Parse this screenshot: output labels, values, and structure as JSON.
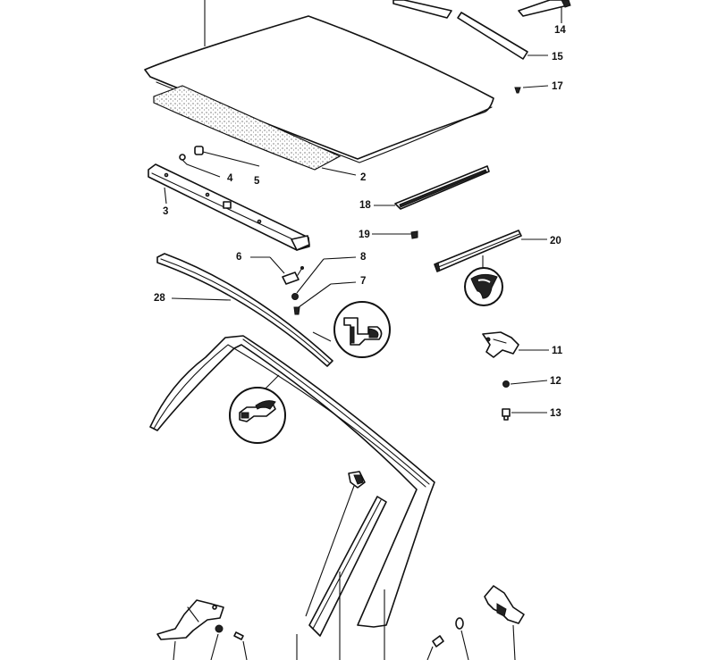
{
  "diagram": {
    "type": "exploded-parts-view",
    "callouts": [
      "2",
      "3",
      "4",
      "5",
      "6",
      "7",
      "8",
      "11",
      "12",
      "13",
      "14",
      "15",
      "17",
      "18",
      "19",
      "20",
      "28"
    ]
  }
}
